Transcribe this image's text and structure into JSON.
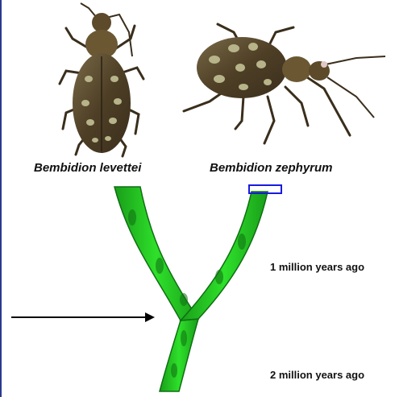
{
  "species": {
    "left_name": "Bembidion levettei",
    "right_name": "Bembidion zephyrum"
  },
  "timeline": {
    "marker_1": "1 million years ago",
    "marker_2": "2 million years ago"
  },
  "colors": {
    "branch_green": "#22c41f",
    "branch_dark": "#0f6e12",
    "highlight_box": "#1a1adf",
    "beetle_body": "#5a4a2e",
    "beetle_spot": "#b8b48a"
  },
  "icons": [
    "beetle-levettei-image",
    "beetle-zephyrum-image",
    "arrow-icon"
  ]
}
